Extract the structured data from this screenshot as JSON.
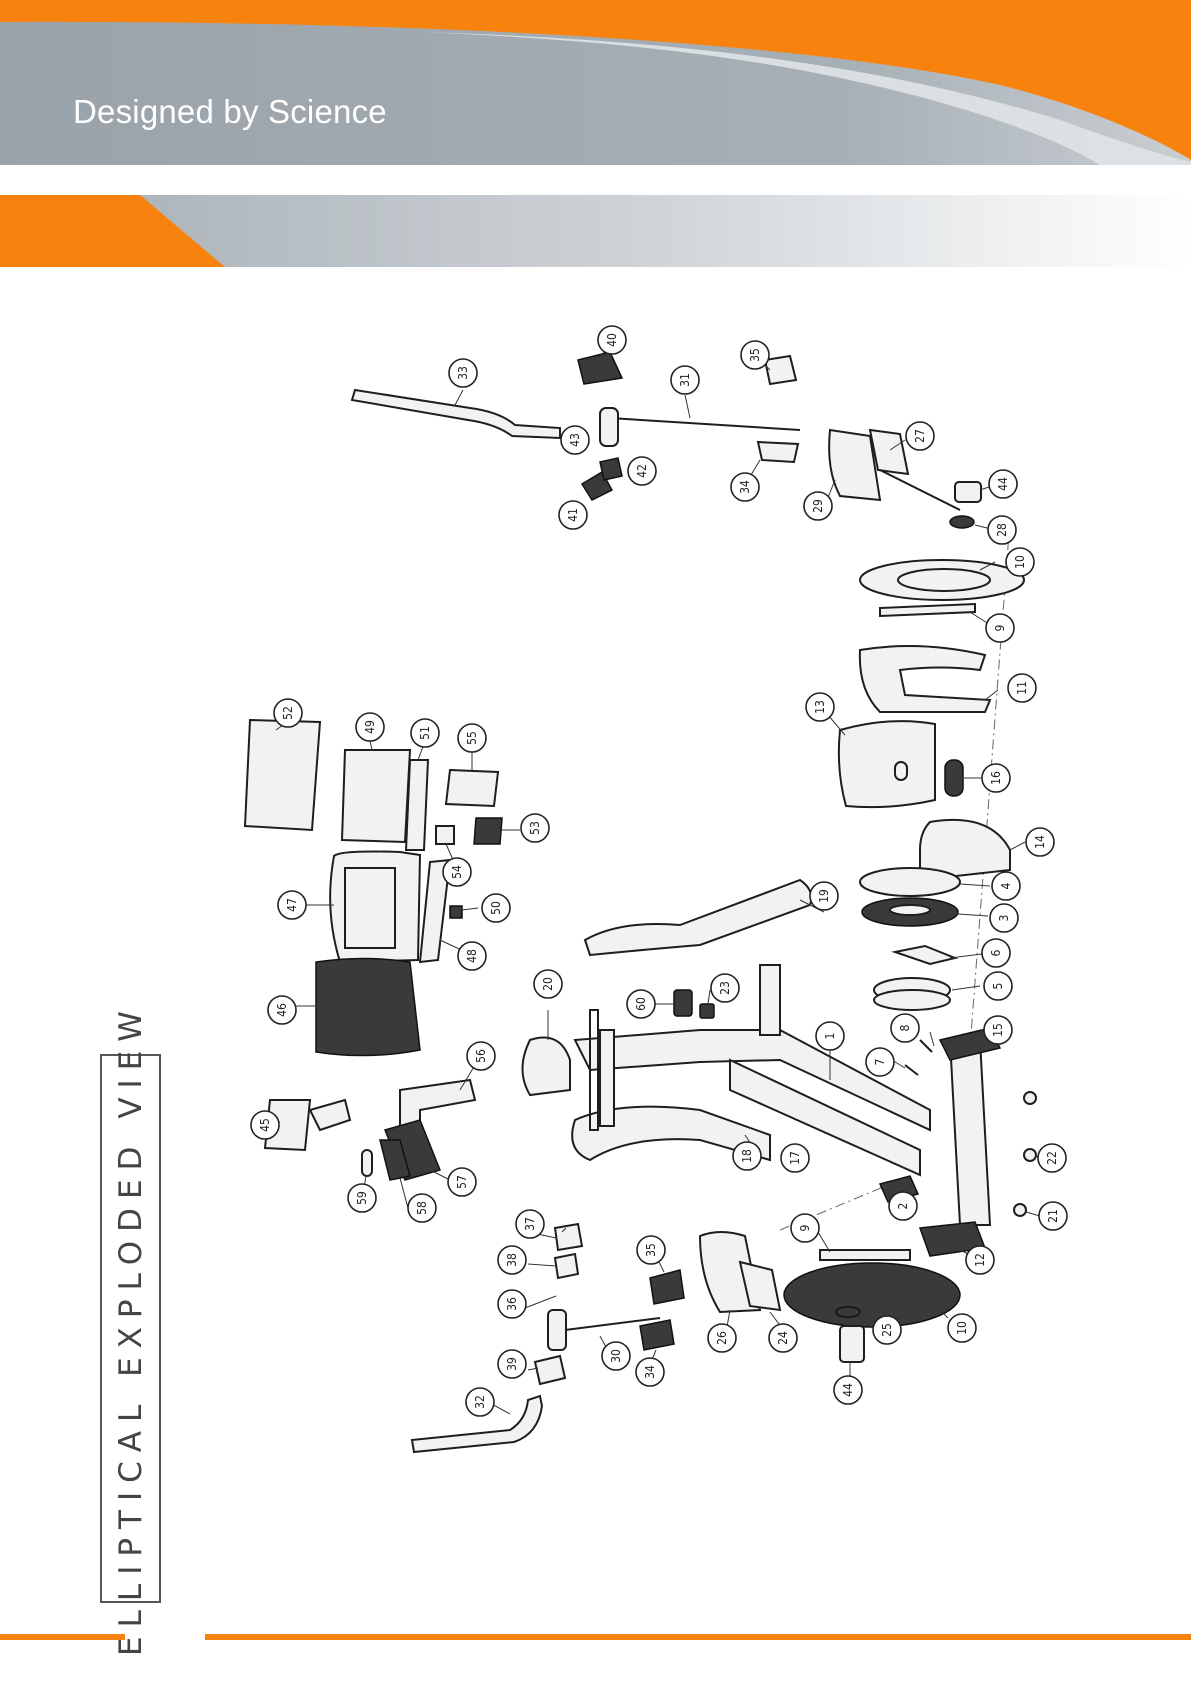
{
  "header": {
    "brand_title": "Designed by Science",
    "colors": {
      "accent": "#f7820e",
      "band": "#a3acb2",
      "band_light": "#dfe3e6"
    }
  },
  "diagram": {
    "vertical_title": "ELLIPTICAL EXPLODED VIEW",
    "callouts": [
      {
        "id": "c1",
        "label": "1"
      },
      {
        "id": "c2",
        "label": "2"
      },
      {
        "id": "c3",
        "label": "3"
      },
      {
        "id": "c4",
        "label": "4"
      },
      {
        "id": "c5",
        "label": "5"
      },
      {
        "id": "c6",
        "label": "6"
      },
      {
        "id": "c7",
        "label": "7"
      },
      {
        "id": "c8",
        "label": "8"
      },
      {
        "id": "c9a",
        "label": "9"
      },
      {
        "id": "c9b",
        "label": "9"
      },
      {
        "id": "c10a",
        "label": "10"
      },
      {
        "id": "c10b",
        "label": "10"
      },
      {
        "id": "c11",
        "label": "11"
      },
      {
        "id": "c12",
        "label": "12"
      },
      {
        "id": "c13",
        "label": "13"
      },
      {
        "id": "c14",
        "label": "14"
      },
      {
        "id": "c15",
        "label": "15"
      },
      {
        "id": "c16",
        "label": "16"
      },
      {
        "id": "c17",
        "label": "17"
      },
      {
        "id": "c18",
        "label": "18"
      },
      {
        "id": "c19",
        "label": "19"
      },
      {
        "id": "c20",
        "label": "20"
      },
      {
        "id": "c21",
        "label": "21"
      },
      {
        "id": "c22",
        "label": "22"
      },
      {
        "id": "c23",
        "label": "23"
      },
      {
        "id": "c24",
        "label": "24"
      },
      {
        "id": "c25",
        "label": "25"
      },
      {
        "id": "c26",
        "label": "26"
      },
      {
        "id": "c27",
        "label": "27"
      },
      {
        "id": "c28",
        "label": "28"
      },
      {
        "id": "c29",
        "label": "29"
      },
      {
        "id": "c30",
        "label": "30"
      },
      {
        "id": "c31",
        "label": "31"
      },
      {
        "id": "c32",
        "label": "32"
      },
      {
        "id": "c33",
        "label": "33"
      },
      {
        "id": "c34a",
        "label": "34"
      },
      {
        "id": "c34b",
        "label": "34"
      },
      {
        "id": "c35a",
        "label": "35"
      },
      {
        "id": "c35b",
        "label": "35"
      },
      {
        "id": "c36",
        "label": "36"
      },
      {
        "id": "c37",
        "label": "37"
      },
      {
        "id": "c38",
        "label": "38"
      },
      {
        "id": "c39",
        "label": "39"
      },
      {
        "id": "c40",
        "label": "40"
      },
      {
        "id": "c41",
        "label": "41"
      },
      {
        "id": "c42",
        "label": "42"
      },
      {
        "id": "c43",
        "label": "43"
      },
      {
        "id": "c44a",
        "label": "44"
      },
      {
        "id": "c44b",
        "label": "44"
      },
      {
        "id": "c45",
        "label": "45"
      },
      {
        "id": "c46",
        "label": "46"
      },
      {
        "id": "c47",
        "label": "47"
      },
      {
        "id": "c48",
        "label": "48"
      },
      {
        "id": "c49",
        "label": "49"
      },
      {
        "id": "c50",
        "label": "50"
      },
      {
        "id": "c51",
        "label": "51"
      },
      {
        "id": "c52",
        "label": "52"
      },
      {
        "id": "c53",
        "label": "53"
      },
      {
        "id": "c54",
        "label": "54"
      },
      {
        "id": "c55",
        "label": "55"
      },
      {
        "id": "c56",
        "label": "56"
      },
      {
        "id": "c57",
        "label": "57"
      },
      {
        "id": "c58",
        "label": "58"
      },
      {
        "id": "c59",
        "label": "59"
      },
      {
        "id": "c60",
        "label": "60"
      }
    ]
  }
}
